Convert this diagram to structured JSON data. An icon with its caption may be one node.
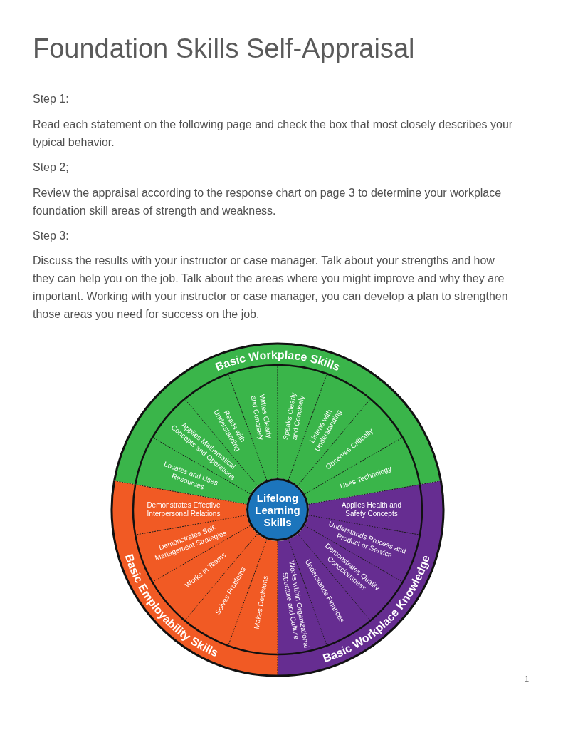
{
  "diagram": {
    "title": "Foundation Skills Self-Appraisal",
    "nodes": [
      {
        "text": [
          "Basic Workplace Skills"
        ]
      },
      {
        "text": [
          "Locates and Uses Resources"
        ],
        "in": 0
      },
      {
        "text": [
          "Applies Mathematical Concepts and Operations"
        ],
        "in": 0
      },
      {
        "text": [
          "Reads with Understanding"
        ],
        "in": 0
      },
      {
        "text": [
          "Writes Clearly and Concisely"
        ],
        "in": 0
      },
      {
        "text": [
          "Speaks Clearly and Concisely"
        ],
        "in": 0
      },
      {
        "text": [
          "Listens with Understanding"
        ],
        "in": 0
      },
      {
        "text": [
          "Observes Critically"
        ],
        "in": 0
      },
      {
        "text": [
          "Uses Technology"
        ],
        "in": 0
      },
      {
        "text": [
          "Lifelong Learning Skills"
        ]
      },
      {
        "text": [
          "Basic Employability Skills"
        ]
      },
      {
        "text": [
          "Demonstrates Effective Interpersonal Relations"
        ],
        "in": 10
      },
      {
        "text": [
          "Demonstrates Self-Management Strategies"
        ],
        "in": 10
      },
      {
        "text": [
          "Works in Teams"
        ],
        "in": 10
      },
      {
        "text": [
          "Solves Problems"
        ],
        "in": 10
      },
      {
        "text": [
          "Makes Decisions"
        ],
        "in": 10
      },
      {
        "text": [
          "Basic Workplace Knowledge"
        ]
      },
      {
        "text": [
          "Applies Health and Safety Concepts"
        ],
        "in": 16
      },
      {
        "text": [
          "Understands Process and Product or Service"
        ],
        "in": 16
      },
      {
        "text": [
          "Demonstrates Quality Consciousness"
        ],
        "in": 16
      },
      {
        "text": [
          "Understands Finances"
        ],
        "in": 16
      },
      {
        "text": [
          "Works within Organizational Structure and Culture"
        ],
        "in": 16
      }
    ],
    "labels": [
      "Step 1:",
      "Read each statement on the following page and check the box that most closely describes your typical behavior.",
      "Step 2;",
      "Review the appraisal according to the response chart on page 3 to determine your workplace foundation skill areas of strength and weakness.",
      "Step 3:",
      "Discuss the results with your instructor or case manager. Talk about your strengths and how they can help you on the job. Talk about the areas where you might improve and why they are important. Working with your instructor or case manager, you can develop a plan to strengthen those areas you need for success on the job.",
      "1"
    ]
  }
}
